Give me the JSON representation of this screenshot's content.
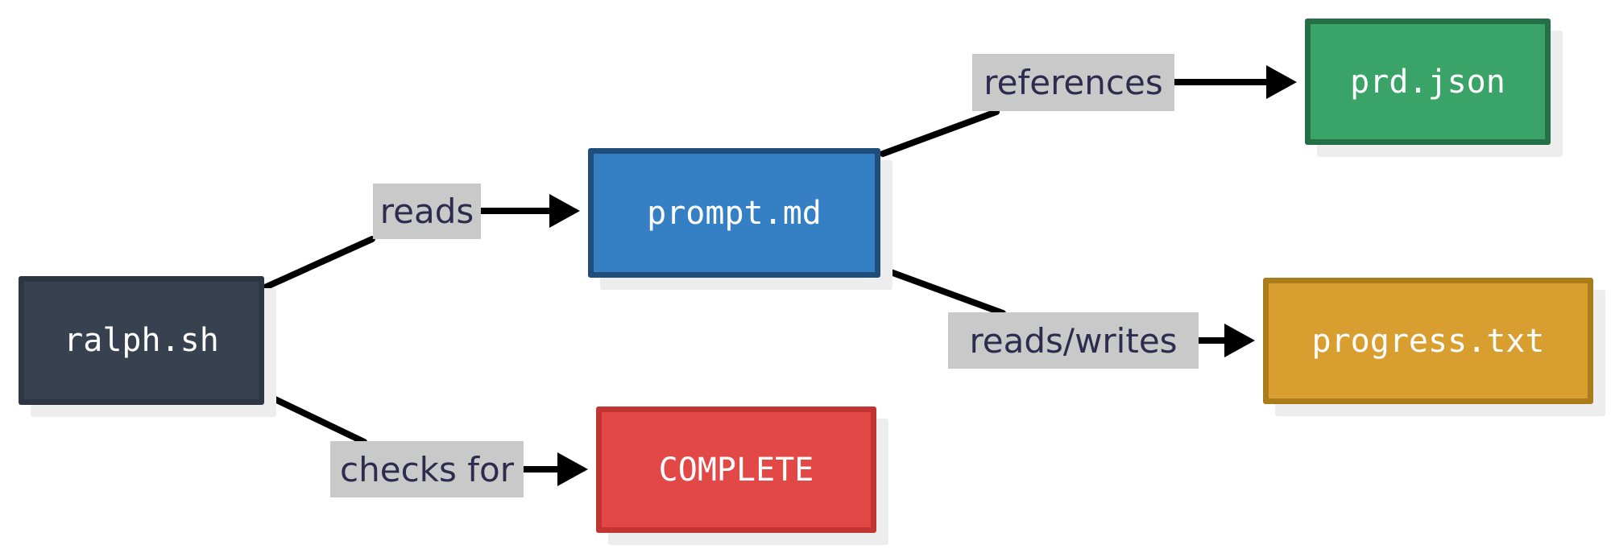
{
  "diagram": {
    "nodes": [
      {
        "id": "ralph-sh",
        "label": "ralph.sh",
        "fill": "#374150",
        "border": "#2d3643",
        "text_color": "#ffffff"
      },
      {
        "id": "prompt-md",
        "label": "prompt.md",
        "fill": "#3580c5",
        "border": "#1f4e7a",
        "text_color": "#ffffff"
      },
      {
        "id": "prd-json",
        "label": "prd.json",
        "fill": "#3aa368",
        "border": "#256f47",
        "text_color": "#ffffff"
      },
      {
        "id": "progress-txt",
        "label": "progress.txt",
        "fill": "#d89e2f",
        "border": "#aa7c1c",
        "text_color": "#ffffff"
      },
      {
        "id": "complete",
        "label": "COMPLETE",
        "fill": "#e24845",
        "border": "#c23431",
        "text_color": "#ffffff"
      }
    ],
    "edges": [
      {
        "from": "ralph.sh",
        "label": "reads",
        "to": "prompt.md"
      },
      {
        "from": "prompt.md",
        "label": "references",
        "to": "prd.json"
      },
      {
        "from": "prompt.md",
        "label": "reads/writes",
        "to": "progress.txt"
      },
      {
        "from": "ralph.sh",
        "label": "checks for",
        "to": "COMPLETE"
      }
    ],
    "colors": {
      "background": "#ffffff",
      "connector": "#000000",
      "edge_label_bg": "#c9c9c9",
      "edge_label_text": "#2e2c4e",
      "node_shadow": "#ededed"
    }
  }
}
